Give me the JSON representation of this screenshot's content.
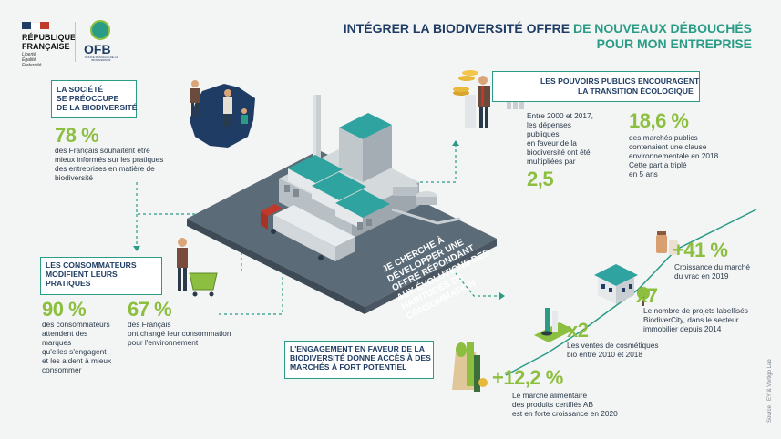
{
  "header": {
    "republic_line1": "RÉPUBLIQUE",
    "republic_line2": "FRANÇAISE",
    "motto": [
      "Liberté",
      "Égalité",
      "Fraternité"
    ],
    "ofb_logo": "OFB",
    "ofb_subtitle": "OFFICE FRANÇAIS DE LA BIODIVERSITÉ",
    "title_part1": "INTÉGRER LA BIODIVERSITÉ OFFRE ",
    "title_part2": "DE NOUVEAUX DÉBOUCHÉS",
    "title_line2": "POUR MON ENTREPRISE"
  },
  "center": {
    "tilted_text": [
      "JE CHERCHE À",
      "DÉVELOPPER UNE",
      "OFFRE RÉPONDANT",
      "AUX ÉVOLUTIONS DES",
      "HABITUDES DE",
      "CONSOMMATION"
    ]
  },
  "society": {
    "heading": [
      "LA SOCIÉTÉ",
      "SE PRÉOCCUPE",
      "DE LA BIODIVERSITÉ"
    ],
    "stat": "78 %",
    "text": [
      "des Français souhaitent être",
      "mieux informés sur les pratiques",
      "des entreprises en matière de",
      "biodiversité"
    ]
  },
  "public_powers": {
    "heading": [
      "LES POUVOIRS PUBLICS ENCOURAGENT",
      "LA TRANSITION ÉCOLOGIQUE"
    ],
    "left_text": [
      "Entre 2000 et 2017,",
      "les dépenses",
      "publiques",
      "en faveur de la",
      "biodiversité ont été",
      "multipliées par"
    ],
    "left_stat": "2,5",
    "right_stat": "18,6 %",
    "right_text": [
      "des marchés publics",
      "contenaient une clause",
      "environnementale en 2018.",
      "Cette part a triplé",
      "en 5 ans"
    ]
  },
  "consumers": {
    "heading": [
      "LES CONSOMMATEURS",
      "MODIFIENT LEURS",
      "PRATIQUES"
    ],
    "stat1": "90 %",
    "text1": [
      "des consommateurs",
      "attendent des",
      "marques",
      "qu'elles s'engagent",
      "et les aident à mieux",
      "consommer"
    ],
    "stat2": "67 %",
    "text2": [
      "des Français",
      "ont changé leur consommation",
      "pour l'environnement"
    ]
  },
  "engagement": {
    "heading": [
      "L'ENGAGEMENT EN FAVEUR DE LA",
      "BIODIVERSITÉ DONNE ACCÈS À DES",
      "MARCHÉS À FORT POTENTIEL"
    ]
  },
  "markets": {
    "ab_stat": "+12,2 %",
    "ab_text": [
      "Le marché alimentaire",
      "des produits certifiés AB",
      "est en forte croissance en 2020"
    ],
    "cosmetics_stat": "x2",
    "cosmetics_text": [
      "Les ventes de cosmétiques",
      "bio entre 2010 et 2018"
    ],
    "biodivercity_stat": "x7",
    "biodivercity_text": [
      "Le nombre de projets labellisés",
      "BiodiverCity, dans le secteur",
      "immobilier depuis 2014"
    ],
    "bulk_stat": "+41 %",
    "bulk_text": [
      "Croissance du marché",
      "du vrac en 2019"
    ]
  },
  "source": "Source : EY & Vertigo Lab",
  "colors": {
    "navy": "#1f3d64",
    "teal": "#2a9c86",
    "green": "#8cbf3f",
    "roof": "#2fa3a0",
    "background": "#f3f4f4"
  },
  "icons": [
    "marianne-logo",
    "ofb-logo",
    "factory-illustration",
    "truck-icon",
    "france-map",
    "family-icon",
    "shopper-cart-icon",
    "official-coins-icon",
    "house-icon",
    "cosmetics-icon",
    "organic-groceries-icon",
    "bulk-jars-icon"
  ]
}
